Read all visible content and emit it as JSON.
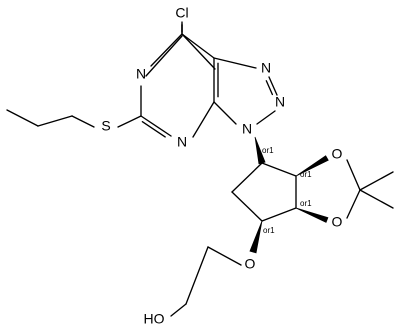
{
  "molecule": {
    "atoms": {
      "cl": "Cl",
      "n_pyr_top": "N",
      "n_pyr_bot": "N",
      "n_tri_1": "N",
      "n_tri_2": "N",
      "n_tri_3": "N",
      "s": "S",
      "o_diox_top": "O",
      "o_diox_bot": "O",
      "o_ether": "O",
      "oh": "HO"
    },
    "stereo": {
      "c1": "or1",
      "c2": "or1",
      "c3": "or1",
      "c4": "or1"
    }
  }
}
